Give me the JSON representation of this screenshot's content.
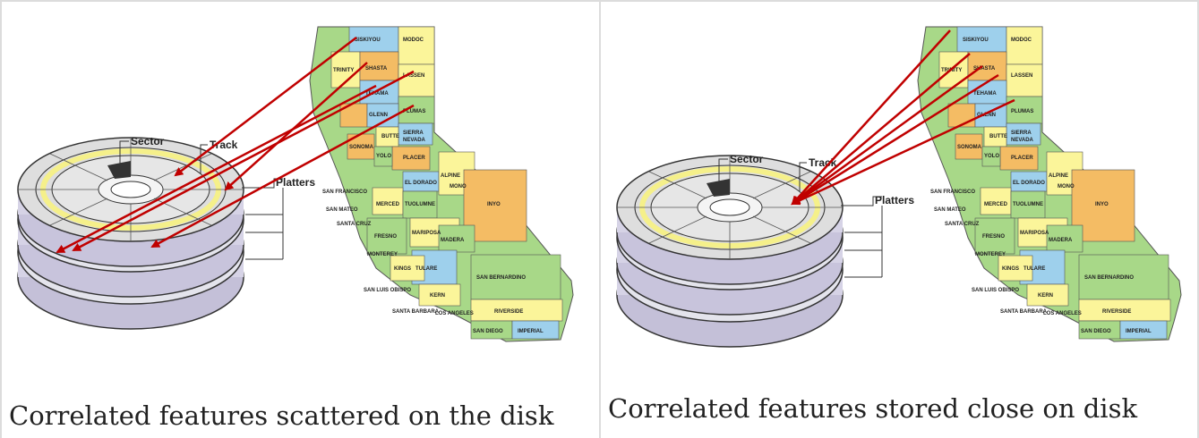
{
  "panels": [
    {
      "caption": "Correlated features scattered on the disk",
      "disk_labels": {
        "sector": "Sector",
        "track": "Track",
        "platters": "Platters"
      }
    },
    {
      "caption": "Correlated features stored close on disk",
      "disk_labels": {
        "sector": "Sector",
        "track": "Track",
        "platters": "Platters"
      }
    }
  ],
  "map_labels": {
    "siskiyou": "SISKIYOU",
    "modoc": "MODOC",
    "trinity": "TRINITY",
    "shasta": "SHASTA",
    "lassen": "LASSEN",
    "tehama": "TEHAMA",
    "plumas": "PLUMAS",
    "glenn": "GLENN",
    "butte": "BUTTE",
    "sierra": "SIERRA",
    "nevada": "NEVADA",
    "placer": "PLACER",
    "el_dorado": "EL DORADO",
    "sonoma": "SONOMA",
    "yolo": "YOLO",
    "alpine": "ALPINE",
    "mono": "MONO",
    "tuolumne": "TUOLUMNE",
    "mariposa": "MARIPOSA",
    "san_francisco": "SAN FRANCISCO",
    "san_mateo": "SAN MATEO",
    "santa_cruz": "SANTA CRUZ",
    "merced": "MERCED",
    "madera": "MADERA",
    "fresno": "FRESNO",
    "inyo": "INYO",
    "tulare": "TULARE",
    "monterey": "MONTEREY",
    "kings": "KINGS",
    "kern": "KERN",
    "san_luis_obispo": "SAN LUIS OBISPO",
    "san_bernardino": "SAN BERNARDINO",
    "santa_barbara": "SANTA BARBARA",
    "los_angeles": "LOS ANGELES",
    "riverside": "RIVERSIDE",
    "san_diego": "SAN DIEGO",
    "imperial": "IMPERIAL"
  },
  "colors": {
    "arrow": "#c00000",
    "platter_top": "#dcdcdc",
    "platter_side": "#c8c4dc",
    "track_ring": "#f5f08a",
    "county_blue": "#9ed0ec",
    "county_green": "#a8d888",
    "county_yellow": "#fbf59a",
    "county_orange": "#f4bc64",
    "border": "#dcdcdc"
  }
}
